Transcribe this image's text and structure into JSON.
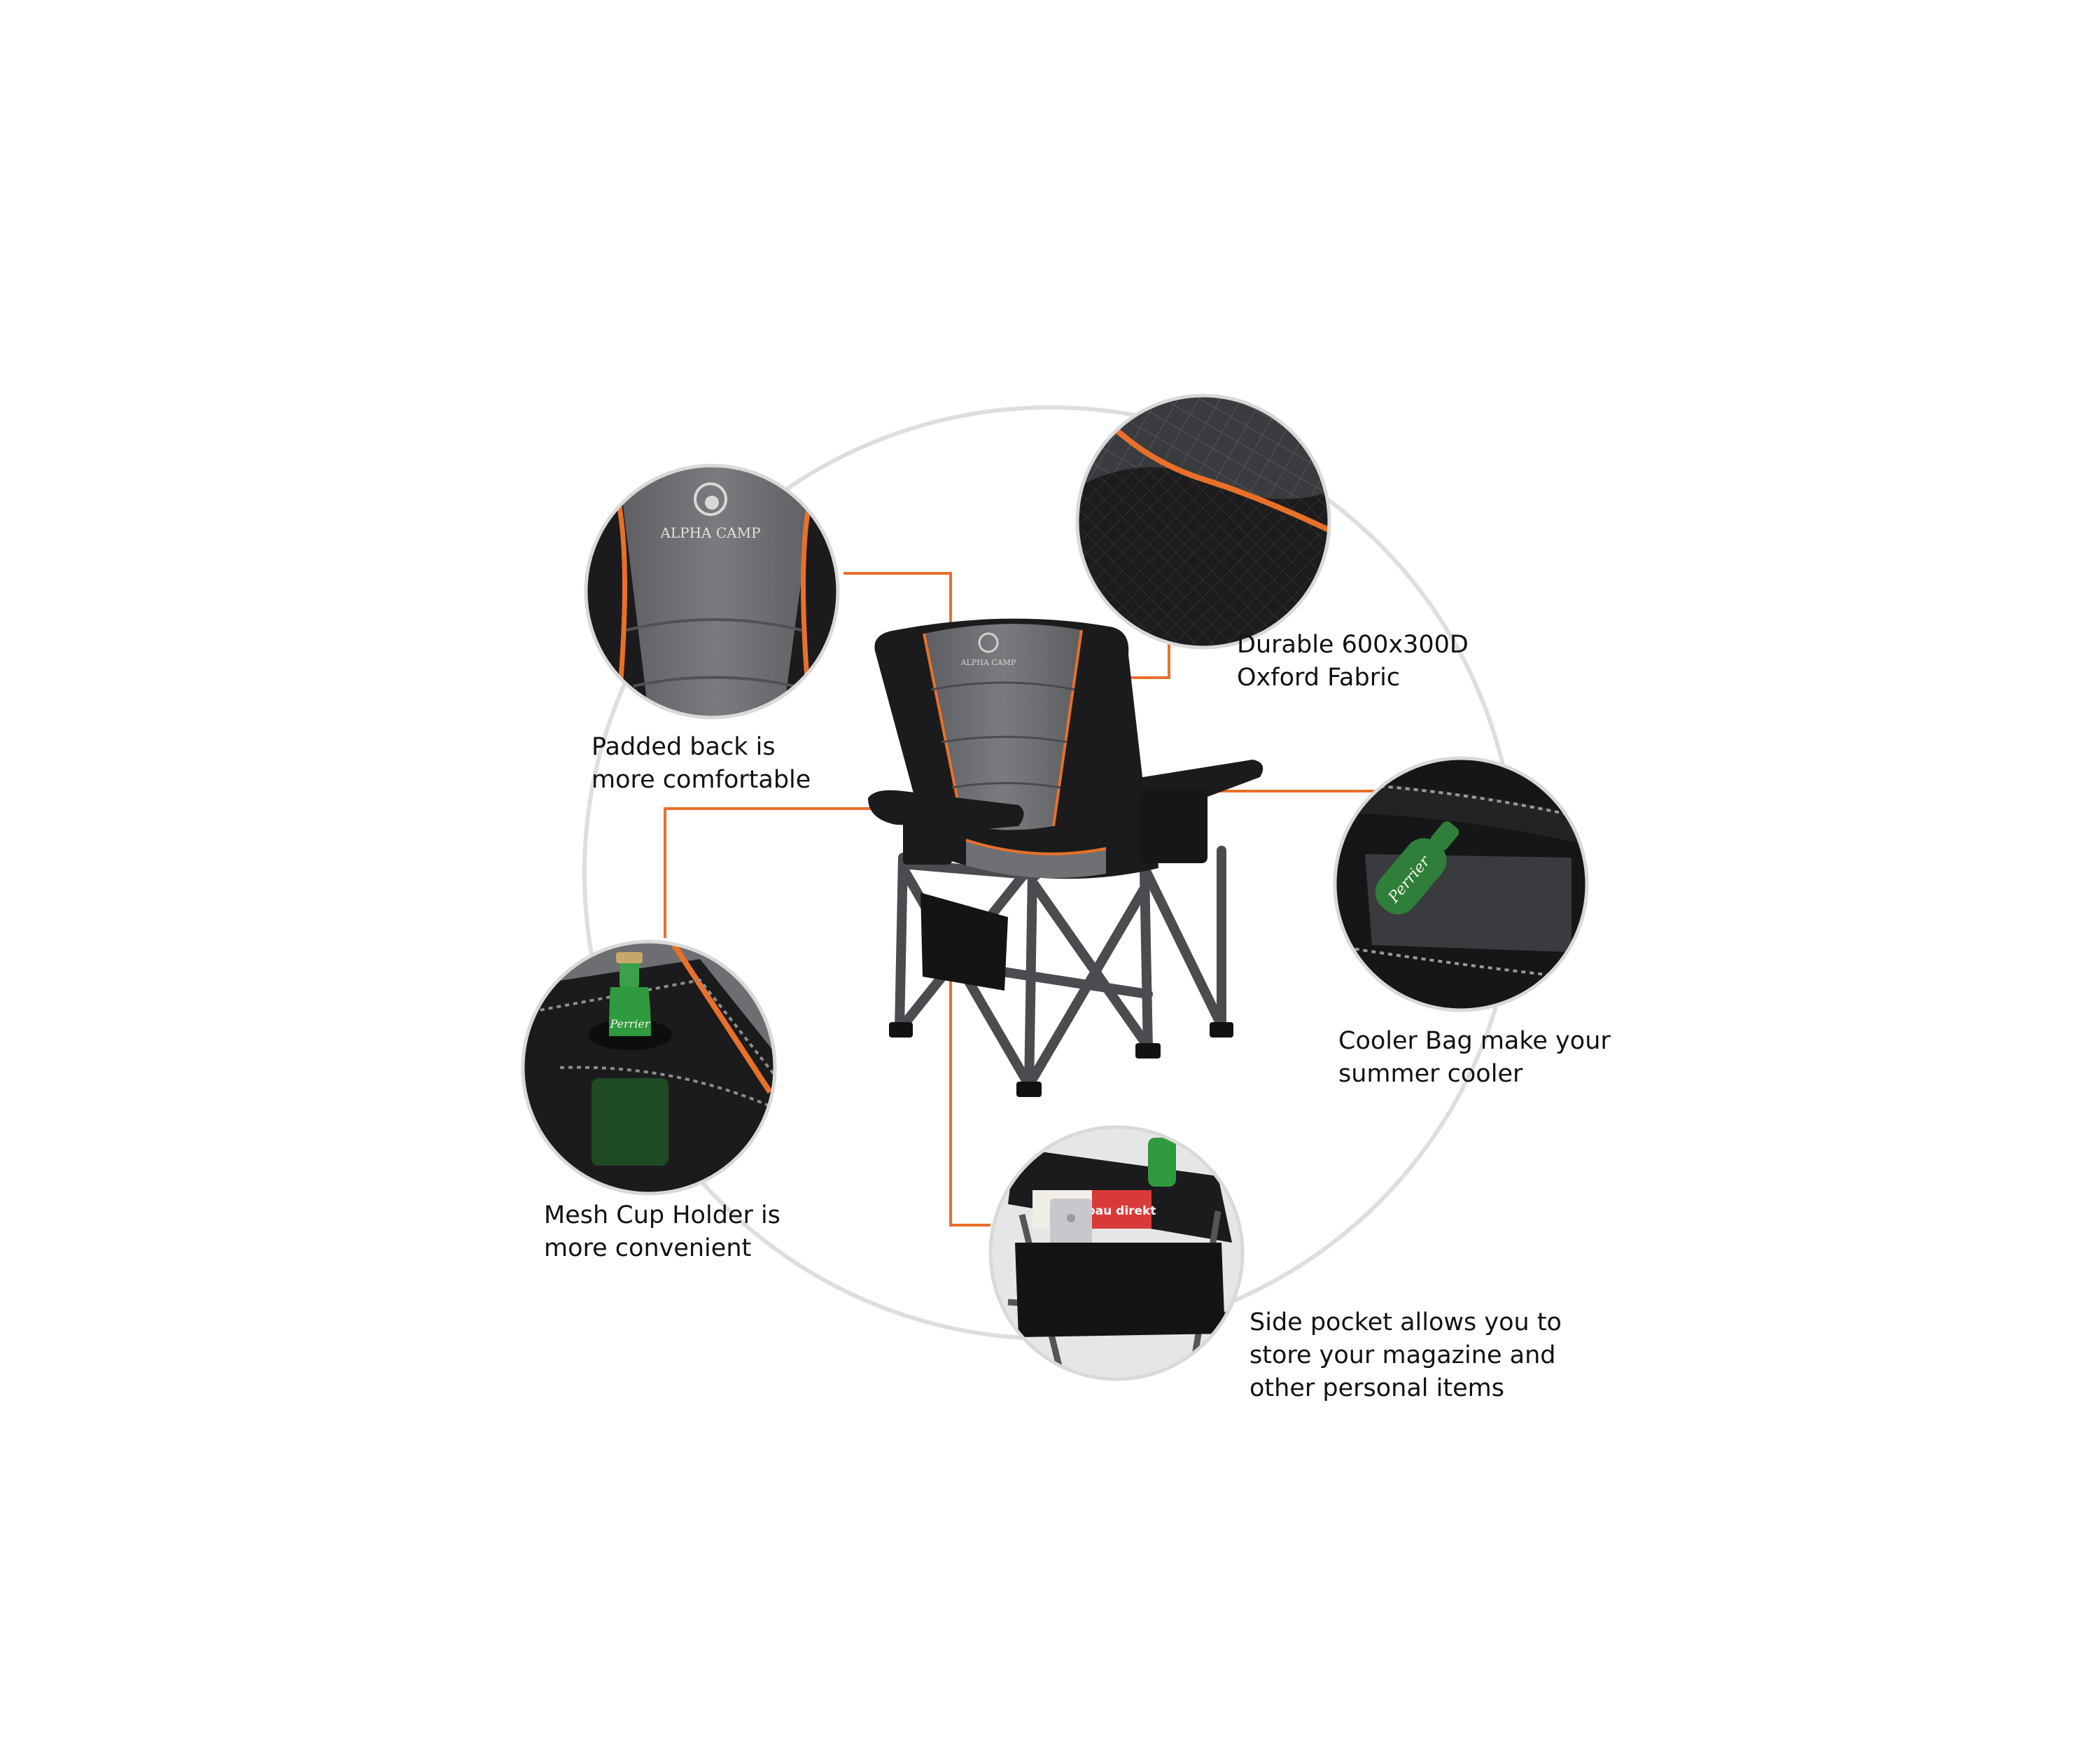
{
  "brand": {
    "logo_text": "ALPHA CAMP"
  },
  "bottle_label": "Perrier",
  "magazine_label": "bau direkt",
  "colors": {
    "accent": "#e8702a",
    "chair_black": "#1b1b1d",
    "chair_gray": "#6f7073",
    "frame": "#4a4a4e",
    "ring": "#dcdcdc",
    "bottle_green": "#2fa03a"
  },
  "callouts": [
    {
      "id": "padded-back",
      "lines": [
        "Padded back is",
        "more comfortable"
      ]
    },
    {
      "id": "fabric",
      "lines": [
        "Durable 600x300D",
        "Oxford Fabric"
      ]
    },
    {
      "id": "cooler",
      "lines": [
        "Cooler Bag make your",
        "summer cooler"
      ]
    },
    {
      "id": "cup-holder",
      "lines": [
        "Mesh Cup Holder is",
        "more convenient"
      ]
    },
    {
      "id": "side-pocket",
      "lines": [
        "Side pocket allows you to",
        "store your magazine and",
        "other personal items"
      ]
    }
  ]
}
